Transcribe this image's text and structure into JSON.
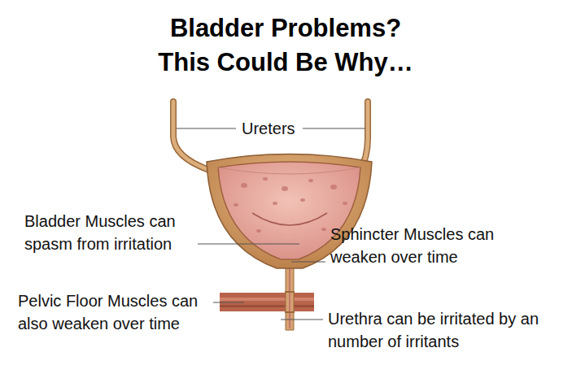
{
  "diagram": {
    "title": "Bladder Problems? This Could Be Why…",
    "labels": [
      "Ureters",
      "Bladder Muscles can spasm from irritation",
      "Sphincter Muscles can weaken over time",
      "Pelvic Floor Muscles can also weaken over time",
      "Urethra can be irritated by an number of irritants"
    ]
  }
}
